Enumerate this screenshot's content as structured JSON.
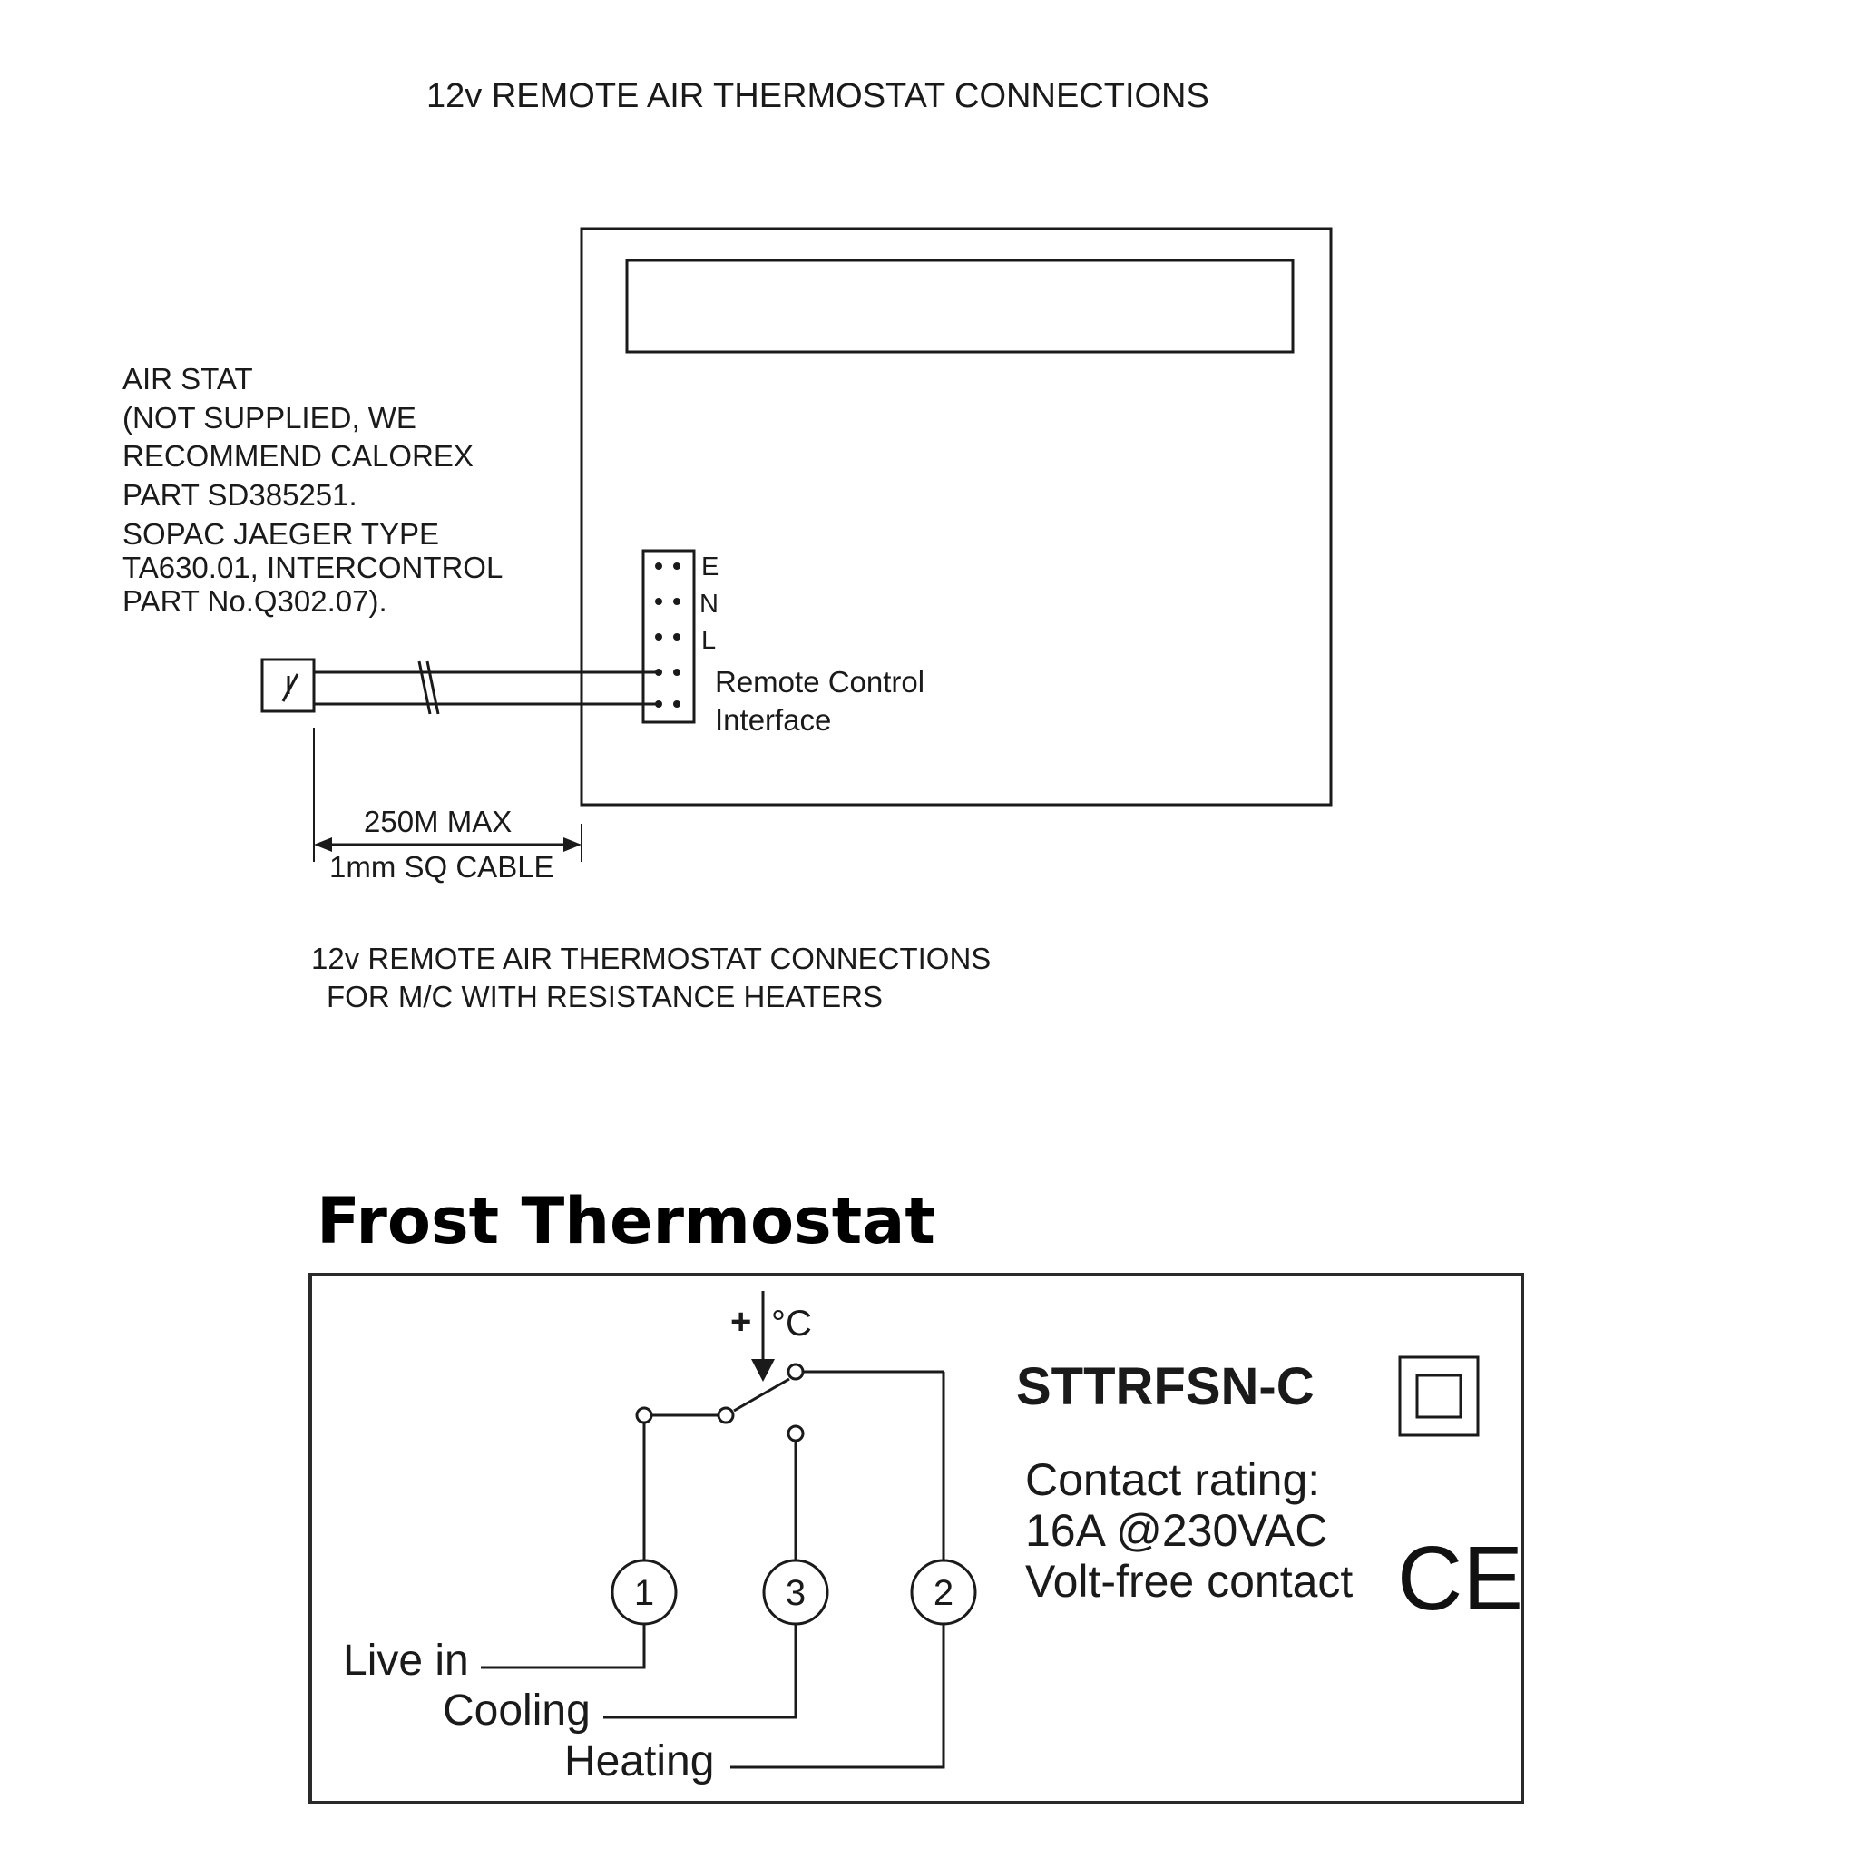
{
  "diagram1": {
    "title": "12v REMOTE  AIR THERMOSTAT CONNECTIONS",
    "airstat_note": [
      "AIR STAT",
      "(NOT SUPPLIED, WE",
      "RECOMMEND CALOREX",
      "PART SD385251.",
      "SOPAC JAEGER TYPE",
      "TA630.01, INTERCONTROL",
      "PART No.Q302.07)."
    ],
    "terminals": [
      "E",
      "N",
      "L"
    ],
    "interface_label": [
      "Remote Control",
      "Interface"
    ],
    "cable_length": "250M MAX",
    "cable_type": "1mm SQ CABLE",
    "caption": [
      "12v REMOTE AIR  THERMOSTAT CONNECTIONS",
      "FOR M/C WITH  RESISTANCE HEATERS"
    ]
  },
  "diagram2": {
    "heading": "Frost Thermostat",
    "plus_symbol": "+",
    "degree_symbol": "°C",
    "terminal_numbers": [
      "1",
      "3",
      "2"
    ],
    "wire_labels": [
      "Live in",
      "Cooling",
      "Heating"
    ],
    "model": "STTRFSN-C",
    "spec": [
      "Contact rating:",
      "16A @230VAC",
      "Volt-free contact"
    ],
    "ce_mark": "CE",
    "double_insulation_icon": "double-insulation-icon"
  }
}
